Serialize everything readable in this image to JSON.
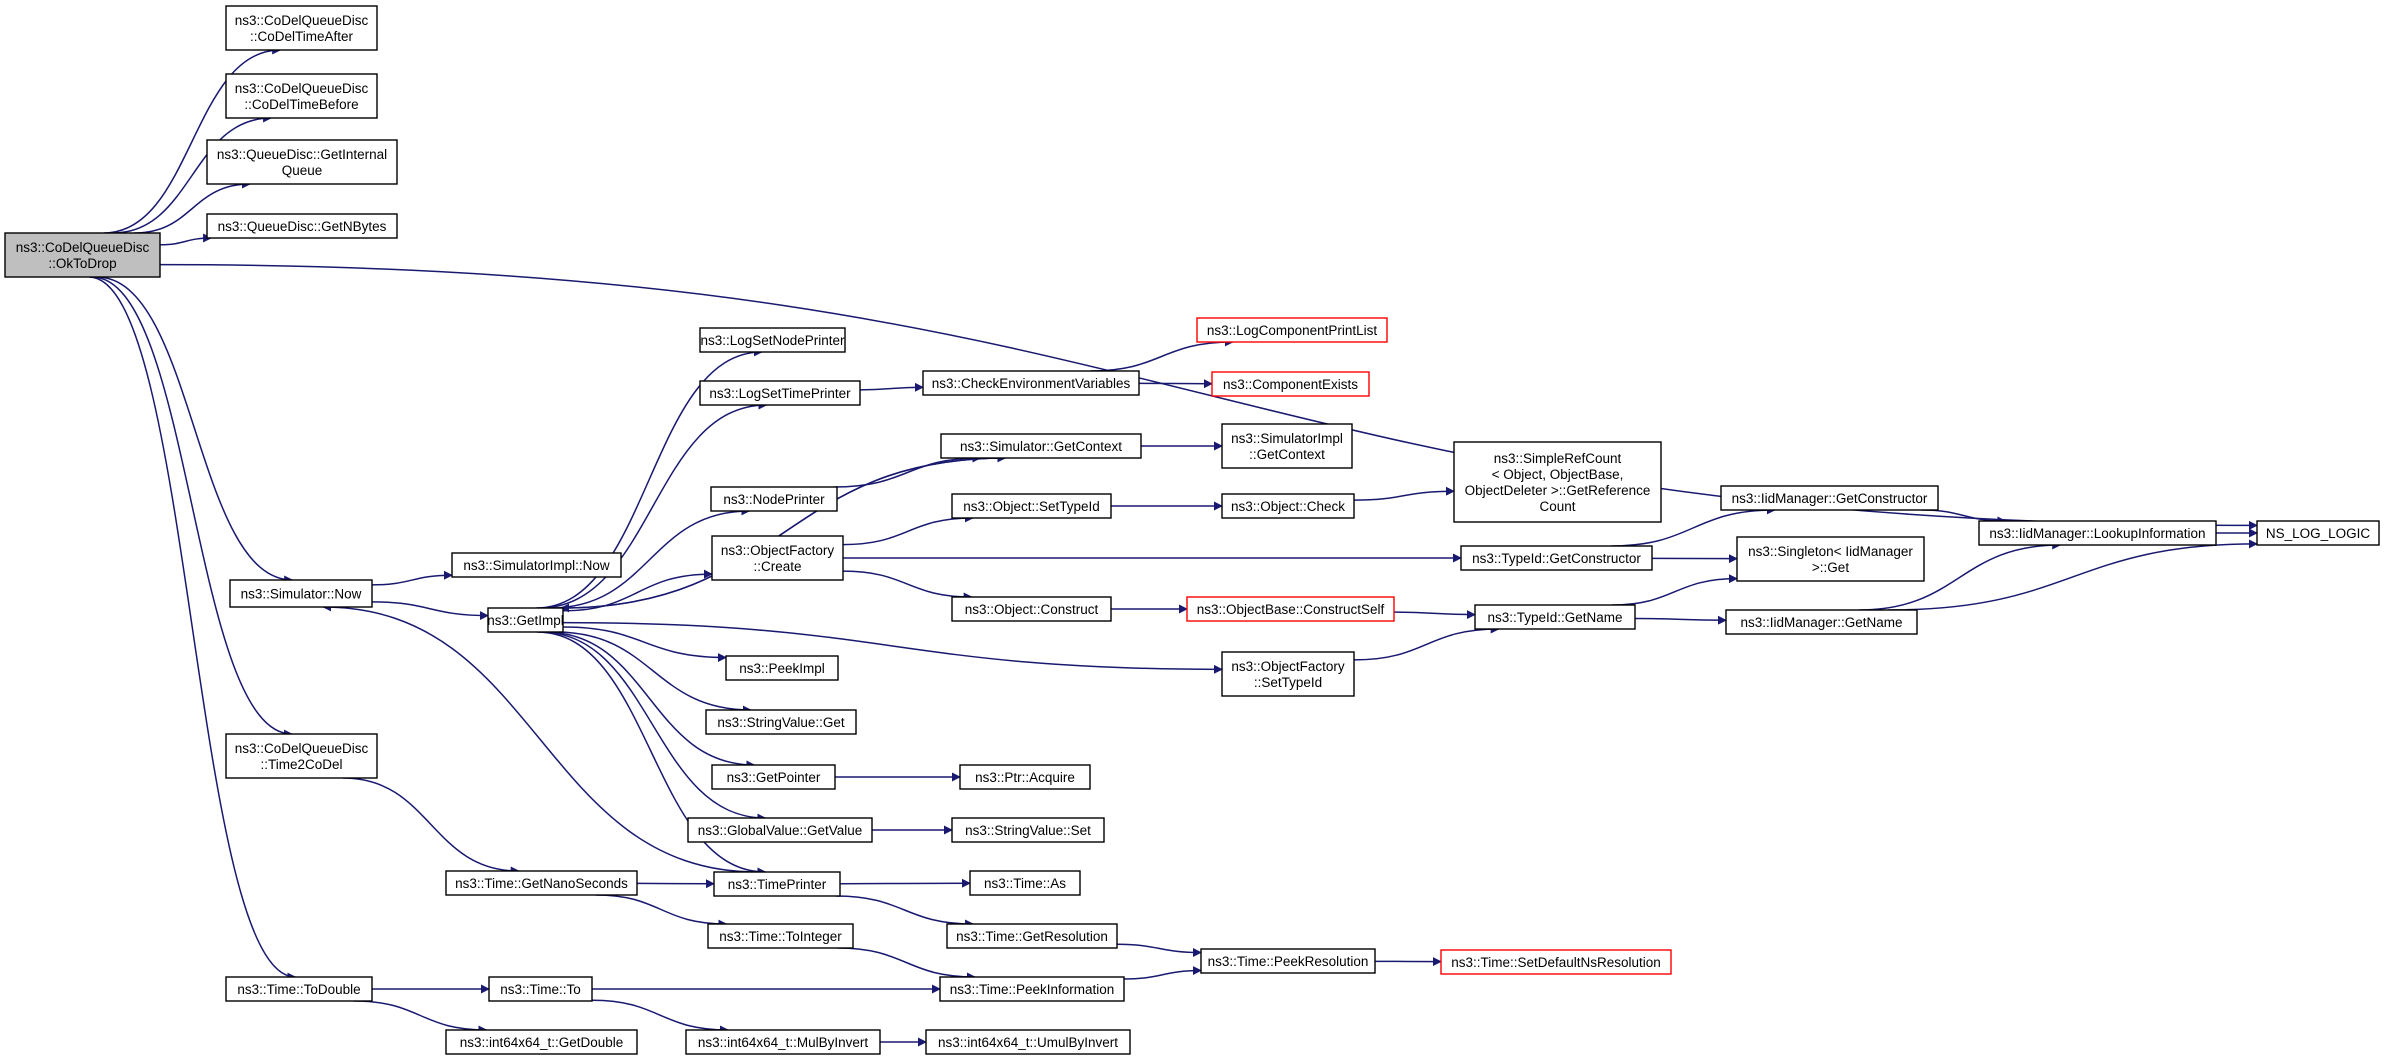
{
  "graph": {
    "edge_color": "#191970",
    "root_fill": "#bfbfbf",
    "truncated_border_color": "#ff0000",
    "nodes": [
      {
        "id": "oktodrop",
        "lines": [
          "ns3::CoDelQueueDisc",
          "::OkToDrop"
        ],
        "root": true
      },
      {
        "id": "codeltimeafter",
        "lines": [
          "ns3::CoDelQueueDisc",
          "::CoDelTimeAfter"
        ]
      },
      {
        "id": "codeltimebefore",
        "lines": [
          "ns3::CoDelQueueDisc",
          "::CoDelTimeBefore"
        ]
      },
      {
        "id": "getinternalqueue",
        "lines": [
          "ns3::QueueDisc::GetInternal",
          "Queue"
        ]
      },
      {
        "id": "getnbytes",
        "lines": [
          "ns3::QueueDisc::GetNBytes"
        ]
      },
      {
        "id": "simnow",
        "lines": [
          "ns3::Simulator::Now"
        ]
      },
      {
        "id": "time2codel",
        "lines": [
          "ns3::CoDelQueueDisc",
          "::Time2CoDel"
        ]
      },
      {
        "id": "todouble",
        "lines": [
          "ns3::Time::ToDouble"
        ]
      },
      {
        "id": "simimplnow",
        "lines": [
          "ns3::SimulatorImpl::Now"
        ]
      },
      {
        "id": "getimpl",
        "lines": [
          "ns3::GetImpl"
        ]
      },
      {
        "id": "getnanoseconds",
        "lines": [
          "ns3::Time::GetNanoSeconds"
        ]
      },
      {
        "id": "timeto",
        "lines": [
          "ns3::Time::To"
        ]
      },
      {
        "id": "getdouble",
        "lines": [
          "ns3::int64x64_t::GetDouble"
        ]
      },
      {
        "id": "logsetnodeprinter",
        "lines": [
          "ns3::LogSetNodePrinter"
        ]
      },
      {
        "id": "logsettimeprinter",
        "lines": [
          "ns3::LogSetTimePrinter"
        ]
      },
      {
        "id": "nodeprinter",
        "lines": [
          "ns3::NodePrinter"
        ]
      },
      {
        "id": "ofcreate",
        "lines": [
          "ns3::ObjectFactory",
          "::Create"
        ]
      },
      {
        "id": "peekimpl",
        "lines": [
          "ns3::PeekImpl"
        ]
      },
      {
        "id": "stringvalueget",
        "lines": [
          "ns3::StringValue::Get"
        ]
      },
      {
        "id": "getpointer",
        "lines": [
          "ns3::GetPointer"
        ]
      },
      {
        "id": "globalvaluegetvalue",
        "lines": [
          "ns3::GlobalValue::GetValue"
        ]
      },
      {
        "id": "timeprinter",
        "lines": [
          "ns3::TimePrinter"
        ]
      },
      {
        "id": "tointeger",
        "lines": [
          "ns3::Time::ToInteger"
        ]
      },
      {
        "id": "mulbyinvert",
        "lines": [
          "ns3::int64x64_t::MulByInvert"
        ]
      },
      {
        "id": "checkenv",
        "lines": [
          "ns3::CheckEnvironmentVariables"
        ]
      },
      {
        "id": "simgetcontext",
        "lines": [
          "ns3::Simulator::GetContext"
        ]
      },
      {
        "id": "objsettypeid",
        "lines": [
          "ns3::Object::SetTypeId"
        ]
      },
      {
        "id": "objconstruct",
        "lines": [
          "ns3::Object::Construct"
        ]
      },
      {
        "id": "ptracquire",
        "lines": [
          "ns3::Ptr::Acquire"
        ]
      },
      {
        "id": "stringvalueset",
        "lines": [
          "ns3::StringValue::Set"
        ]
      },
      {
        "id": "timeas",
        "lines": [
          "ns3::Time::As"
        ]
      },
      {
        "id": "getresolution",
        "lines": [
          "ns3::Time::GetResolution"
        ]
      },
      {
        "id": "peekinformation",
        "lines": [
          "ns3::Time::PeekInformation"
        ]
      },
      {
        "id": "umulbyinvert",
        "lines": [
          "ns3::int64x64_t::UmulByInvert"
        ]
      },
      {
        "id": "logcompprintlist",
        "lines": [
          "ns3::LogComponentPrintList"
        ],
        "truncated": true
      },
      {
        "id": "compexists",
        "lines": [
          "ns3::ComponentExists"
        ],
        "truncated": true
      },
      {
        "id": "simimplgetcontext",
        "lines": [
          "ns3::SimulatorImpl",
          "::GetContext"
        ]
      },
      {
        "id": "objcheck",
        "lines": [
          "ns3::Object::Check"
        ]
      },
      {
        "id": "objbaseconstructself",
        "lines": [
          "ns3::ObjectBase::ConstructSelf"
        ],
        "truncated": true
      },
      {
        "id": "ofsettypeid",
        "lines": [
          "ns3::ObjectFactory",
          "::SetTypeId"
        ]
      },
      {
        "id": "peekresolution",
        "lines": [
          "ns3::Time::PeekResolution"
        ]
      },
      {
        "id": "simplerefcount",
        "lines": [
          "ns3::SimpleRefCount",
          "< Object, ObjectBase,",
          "ObjectDeleter >::GetReference",
          "Count"
        ]
      },
      {
        "id": "typeidgetconstructor",
        "lines": [
          "ns3::TypeId::GetConstructor"
        ]
      },
      {
        "id": "typeidgetname",
        "lines": [
          "ns3::TypeId::GetName"
        ]
      },
      {
        "id": "setdefaultnsres",
        "lines": [
          "ns3::Time::SetDefaultNsResolution"
        ],
        "truncated": true
      },
      {
        "id": "iidgetconstructor",
        "lines": [
          "ns3::IidManager::GetConstructor"
        ]
      },
      {
        "id": "singletonget",
        "lines": [
          "ns3::Singleton< IidManager",
          ">::Get"
        ]
      },
      {
        "id": "iidgetname",
        "lines": [
          "ns3::IidManager::GetName"
        ]
      },
      {
        "id": "iidlookupinfo",
        "lines": [
          "ns3::IidManager::LookupInformation"
        ]
      },
      {
        "id": "nsloglogic",
        "lines": [
          "NS_LOG_LOGIC"
        ]
      }
    ],
    "edges": [
      [
        "oktodrop",
        "codeltimeafter"
      ],
      [
        "oktodrop",
        "codeltimebefore"
      ],
      [
        "oktodrop",
        "getinternalqueue"
      ],
      [
        "oktodrop",
        "getnbytes"
      ],
      [
        "oktodrop",
        "nsloglogic"
      ],
      [
        "oktodrop",
        "simnow"
      ],
      [
        "oktodrop",
        "time2codel"
      ],
      [
        "oktodrop",
        "todouble"
      ],
      [
        "simnow",
        "simimplnow"
      ],
      [
        "simnow",
        "getimpl"
      ],
      [
        "time2codel",
        "getnanoseconds"
      ],
      [
        "todouble",
        "timeto"
      ],
      [
        "todouble",
        "getdouble"
      ],
      [
        "getimpl",
        "logsetnodeprinter"
      ],
      [
        "getimpl",
        "logsettimeprinter"
      ],
      [
        "getimpl",
        "simgetcontext"
      ],
      [
        "getimpl",
        "nodeprinter"
      ],
      [
        "getimpl",
        "ofcreate"
      ],
      [
        "getimpl",
        "ofsettypeid"
      ],
      [
        "getimpl",
        "peekimpl"
      ],
      [
        "getimpl",
        "stringvalueget"
      ],
      [
        "getimpl",
        "getpointer"
      ],
      [
        "getimpl",
        "globalvaluegetvalue"
      ],
      [
        "getimpl",
        "timeprinter"
      ],
      [
        "logsettimeprinter",
        "checkenv"
      ],
      [
        "checkenv",
        "logcompprintlist"
      ],
      [
        "checkenv",
        "compexists"
      ],
      [
        "nodeprinter",
        "simgetcontext"
      ],
      [
        "simgetcontext",
        "getimpl"
      ],
      [
        "simgetcontext",
        "simimplgetcontext"
      ],
      [
        "ofcreate",
        "objsettypeid"
      ],
      [
        "ofcreate",
        "typeidgetconstructor"
      ],
      [
        "ofcreate",
        "objconstruct"
      ],
      [
        "objsettypeid",
        "objcheck"
      ],
      [
        "objcheck",
        "simplerefcount"
      ],
      [
        "objconstruct",
        "objbaseconstructself"
      ],
      [
        "objbaseconstructself",
        "typeidgetname"
      ],
      [
        "ofsettypeid",
        "typeidgetname"
      ],
      [
        "typeidgetconstructor",
        "iidgetconstructor"
      ],
      [
        "typeidgetconstructor",
        "singletonget"
      ],
      [
        "typeidgetname",
        "singletonget"
      ],
      [
        "typeidgetname",
        "iidgetname"
      ],
      [
        "iidgetconstructor",
        "iidlookupinfo"
      ],
      [
        "iidgetname",
        "iidlookupinfo"
      ],
      [
        "iidgetname",
        "nsloglogic"
      ],
      [
        "iidlookupinfo",
        "nsloglogic"
      ],
      [
        "getpointer",
        "ptracquire"
      ],
      [
        "globalvaluegetvalue",
        "stringvalueset"
      ],
      [
        "timeprinter",
        "simnow"
      ],
      [
        "timeprinter",
        "timeas"
      ],
      [
        "timeprinter",
        "getresolution"
      ],
      [
        "getnanoseconds",
        "timeprinter"
      ],
      [
        "getnanoseconds",
        "tointeger"
      ],
      [
        "tointeger",
        "peekinformation"
      ],
      [
        "timeto",
        "peekinformation"
      ],
      [
        "timeto",
        "mulbyinvert"
      ],
      [
        "mulbyinvert",
        "umulbyinvert"
      ],
      [
        "getresolution",
        "peekresolution"
      ],
      [
        "peekinformation",
        "peekresolution"
      ],
      [
        "peekresolution",
        "setdefaultnsres"
      ]
    ]
  }
}
